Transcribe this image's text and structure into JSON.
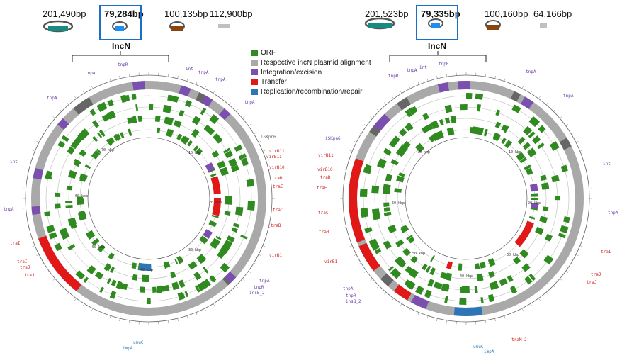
{
  "colors": {
    "orf": "#2f8a1f",
    "alignment": "#a9a9a9",
    "integration": "#7a4fb0",
    "transfer": "#e01818",
    "replication": "#2e75b6",
    "selection": "#1b6fc6"
  },
  "left_panel": {
    "sizes": [
      "201,490bp",
      "79,284bp",
      "100,135bp",
      "112,900bp"
    ],
    "selected_size": "79,284bp",
    "cluster_label": "IncN",
    "kbp_ticks": [
      "10 kbp",
      "20 kbp",
      "30 kbp",
      "40 kbp",
      "50 kbp",
      "60 kbp",
      "70 kbp"
    ],
    "genes_purple": [
      "tnpR",
      "int",
      "tnpA",
      "tnpA",
      "tnpA",
      "tnpA",
      "int",
      "tnpA",
      "tnpA",
      "tnpR",
      "insB_2"
    ],
    "genes_red": [
      "virB11",
      "virB11",
      "virB10",
      "traD",
      "traE",
      "traC",
      "traB",
      "virB1",
      "traI",
      "traI",
      "traJ",
      "traJ"
    ],
    "genes_gray": [
      "iSKpn6"
    ],
    "genes_blue": [
      "umuC",
      "impA"
    ]
  },
  "right_panel": {
    "sizes": [
      "201,523bp",
      "79,335bp",
      "100,160bp",
      "64,166bp"
    ],
    "selected_size": "79,335bp",
    "cluster_label": "IncN",
    "kbp_ticks": [
      "10 kbp",
      "20 kbp",
      "30 kbp",
      "40 kbp",
      "50 kbp",
      "60 kbp",
      "70 kbp"
    ],
    "genes_purple": [
      "tnpR",
      "int",
      "tnpA",
      "tnpR",
      "tnpA",
      "tnpA",
      "int",
      "tnpA",
      "tnpA",
      "tnpR",
      "insB_2"
    ],
    "genes_red": [
      "virB11",
      "virB10",
      "traD",
      "traE",
      "traC",
      "traB",
      "virB1",
      "traI",
      "traJ",
      "traJ",
      "traM_2"
    ],
    "genes_gray": [
      "iSKpn6"
    ],
    "genes_blue": [
      "umuC",
      "impA"
    ]
  },
  "legend": {
    "orf": "ORF",
    "alignment": "Respective incN plasmid alignment",
    "integration": "Integration/excision",
    "transfer": "Transfer",
    "replication": "Replication/recombination/repair"
  }
}
